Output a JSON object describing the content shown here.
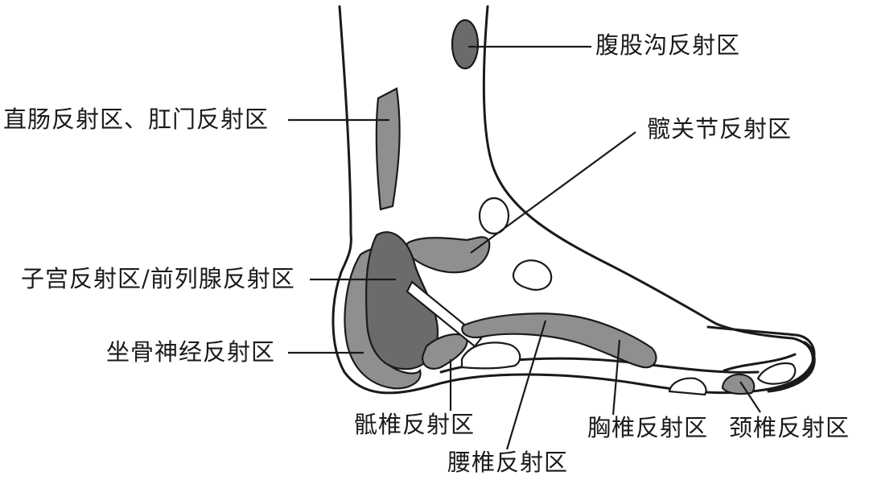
{
  "colors": {
    "zone_mid": "#8f8f8f",
    "zone_dark": "#6b6b6b",
    "outline": "#1a1a1a"
  },
  "labels": {
    "groin": "腹股沟反射区",
    "rectum_anus": "直肠反射区、肛门反射区",
    "hip_joint": "髋关节反射区",
    "uterus_prostate": "子宫反射区/前列腺反射区",
    "sciatic": "坐骨神经反射区",
    "sacral": "骶椎反射区",
    "lumbar": "腰椎反射区",
    "thoracic": "胸椎反射区",
    "cervical": "颈椎反射区"
  }
}
